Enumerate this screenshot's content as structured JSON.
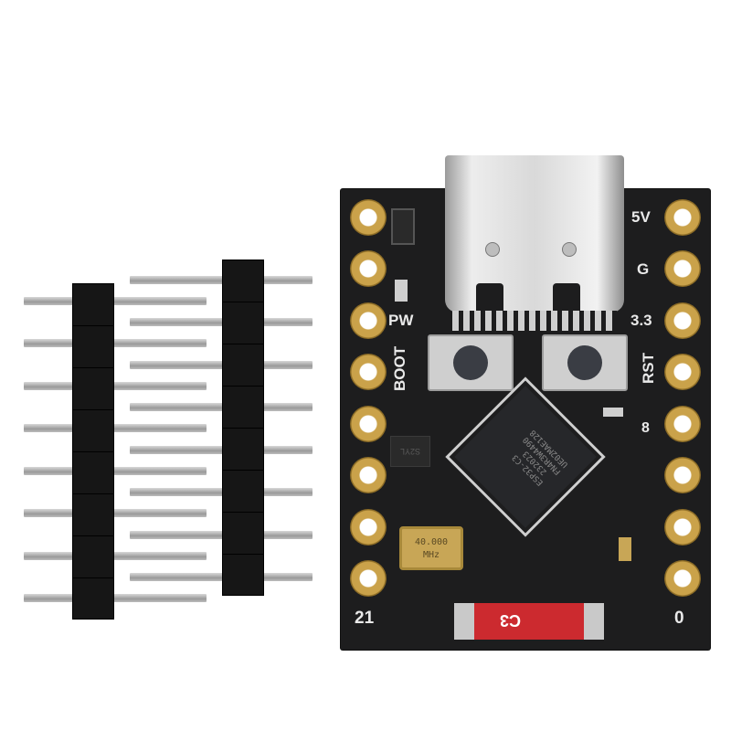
{
  "scene": {
    "subject": "ESP32-C3 SuperMini development board with two pin header strips",
    "background_color": "#ffffff"
  },
  "pin_headers": {
    "count": 2,
    "pins_per_strip": 8,
    "housing_color": "#161616",
    "pin_color": "#b5b5b5"
  },
  "board": {
    "pcb_color": "#1d1d1e",
    "pad_color": "#caa24a",
    "left_pads": 8,
    "right_pads": 8,
    "silkscreen": {
      "label_5v": "5V",
      "label_g": "G",
      "label_33": "3.3",
      "label_pw": "PW",
      "label_boot": "BOOT",
      "label_rst": "RST",
      "label_8": "8",
      "label_21": "21",
      "label_0": "0"
    },
    "chip": {
      "line1": "ESP32-C3",
      "line2": "232023",
      "line3": "FN4R3W4490",
      "line4": "UE02MAE128"
    },
    "crystal": {
      "line1": "40.000",
      "line2": "MHz"
    },
    "antenna": {
      "label": "C3",
      "color": "#cc2a2f"
    },
    "regulator_marking": "S2YL",
    "connector": "USB Type-C",
    "buttons": [
      "BOOT",
      "RST"
    ]
  }
}
